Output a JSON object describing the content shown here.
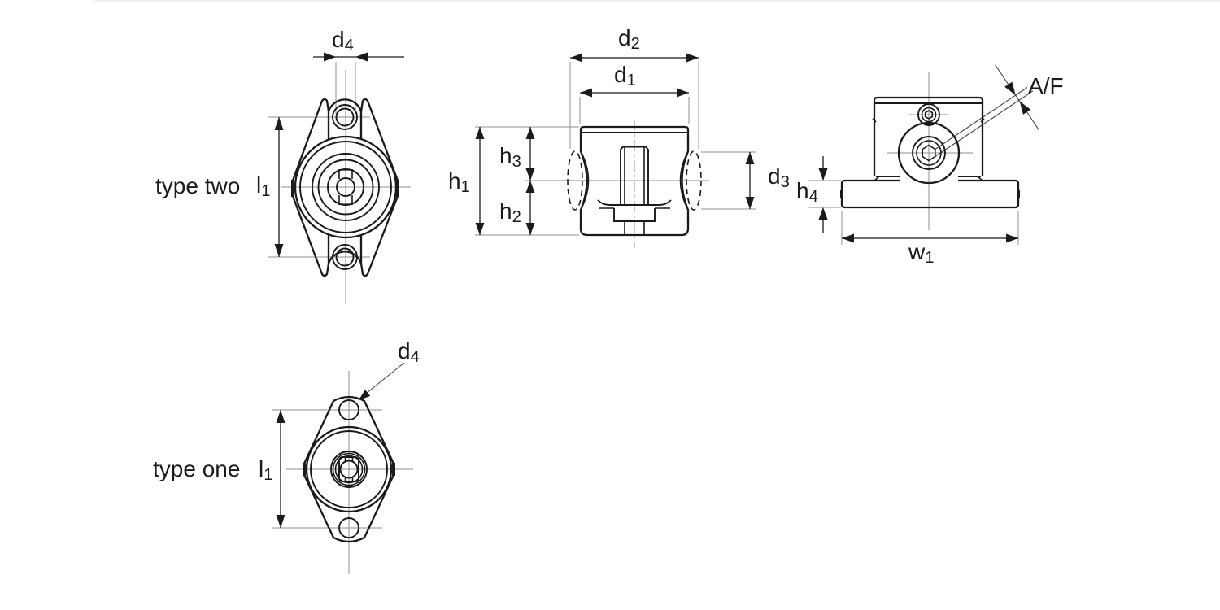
{
  "page": {
    "background_color": "#ffffff",
    "outline_color": "#1a1a1a",
    "thin_line_color": "#8f8f8f"
  },
  "views": {
    "type_two": {
      "title": "type two"
    },
    "type_one": {
      "title": "type one"
    }
  },
  "labels": {
    "d1": {
      "base": "d",
      "sub": "1"
    },
    "d2": {
      "base": "d",
      "sub": "2"
    },
    "d3": {
      "base": "d",
      "sub": "3"
    },
    "d4": {
      "base": "d",
      "sub": "4"
    },
    "h1": {
      "base": "h",
      "sub": "1"
    },
    "h2": {
      "base": "h",
      "sub": "2"
    },
    "h3": {
      "base": "h",
      "sub": "3"
    },
    "h4": {
      "base": "h",
      "sub": "4"
    },
    "l1": {
      "base": "l",
      "sub": "1"
    },
    "w1": {
      "base": "w",
      "sub": "1"
    },
    "af": {
      "base": "A/F",
      "sub": ""
    }
  }
}
